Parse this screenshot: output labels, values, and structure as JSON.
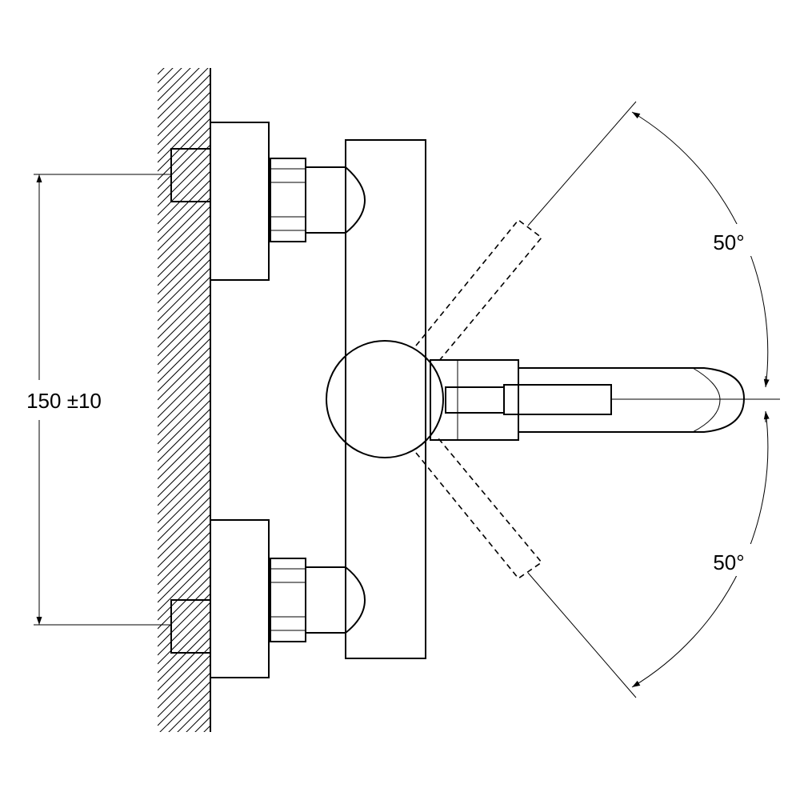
{
  "dimensions": {
    "spacing_label": "150 ±10",
    "upper_angle_label": "50°",
    "lower_angle_label": "50°"
  },
  "colors": {
    "stroke": "#000000",
    "background": "#ffffff"
  }
}
